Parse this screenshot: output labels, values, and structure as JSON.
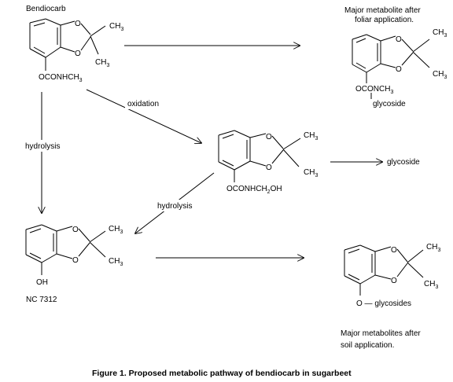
{
  "figure": {
    "caption": "Figure 1.  Proposed metabolic pathway of bendiocarb in sugarbeet"
  },
  "compounds": {
    "bendiocarb": {
      "name": "Bendiocarb",
      "ring_o1": "O",
      "ring_o2": "O",
      "methyl_1": "CH",
      "methyl_1_sub": "3",
      "methyl_2": "CH",
      "methyl_2_sub": "3",
      "substituent": "OCONHCH",
      "substituent_sub": "3"
    },
    "foliar_metabolite": {
      "note_line1": "Major metabolite after",
      "note_line2": "foliar application.",
      "ring_o1": "O",
      "ring_o2": "O",
      "methyl_1": "CH",
      "methyl_1_sub": "3",
      "methyl_2": "CH",
      "methyl_2_sub": "3",
      "substituent": "OCONCH",
      "substituent_sub": "3",
      "conjugate": "glycoside"
    },
    "hydroxymethyl": {
      "ring_o1": "O",
      "ring_o2": "O",
      "methyl_1": "CH",
      "methyl_1_sub": "3",
      "methyl_2": "CH",
      "methyl_2_sub": "3",
      "substituent_a": "OCONHCH",
      "substituent_sub": "2",
      "substituent_b": "OH",
      "product": "glycoside"
    },
    "nc7312": {
      "name": "NC 7312",
      "ring_o1": "O",
      "ring_o2": "O",
      "methyl_1": "CH",
      "methyl_1_sub": "3",
      "methyl_2": "CH",
      "methyl_2_sub": "3",
      "substituent": "OH"
    },
    "soil_metabolites": {
      "ring_o1": "O",
      "ring_o2": "O",
      "methyl_1": "CH",
      "methyl_1_sub": "3",
      "methyl_2": "CH",
      "methyl_2_sub": "3",
      "substituent": "O — glycosides",
      "note_line1": "Major metabolites after",
      "note_line2": "soil application."
    }
  },
  "arrows": {
    "oxidation": "oxidation",
    "hydrolysis_left": "hydrolysis",
    "hydrolysis_mid": "hydrolysis"
  }
}
